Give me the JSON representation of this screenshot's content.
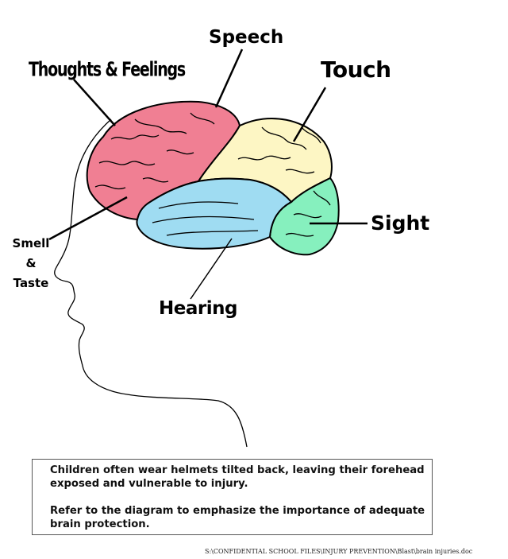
{
  "labels": {
    "speech": "Speech",
    "thoughts": "Thoughts & Feelings",
    "touch": "Touch",
    "sight": "Sight",
    "smell_line1": "Smell",
    "smell_line2": "&",
    "smell_line3": "Taste",
    "hearing": "Hearing"
  },
  "colors": {
    "frontal": "#f07f93",
    "parietal": "#fdf6c4",
    "temporal": "#9fdcf2",
    "occipital": "#86f0be",
    "outline": "#000000"
  },
  "note": {
    "paragraph1": "Children often wear helmets tilted back, leaving their forehead exposed and vulnerable to injury.",
    "paragraph2": "Refer to the diagram to emphasize the importance of adequate brain protection."
  },
  "footer": "S:\\CONFIDENTIAL SCHOOL FILES\\INJURY PREVENTION\\Blast\\brain injuries.doc"
}
